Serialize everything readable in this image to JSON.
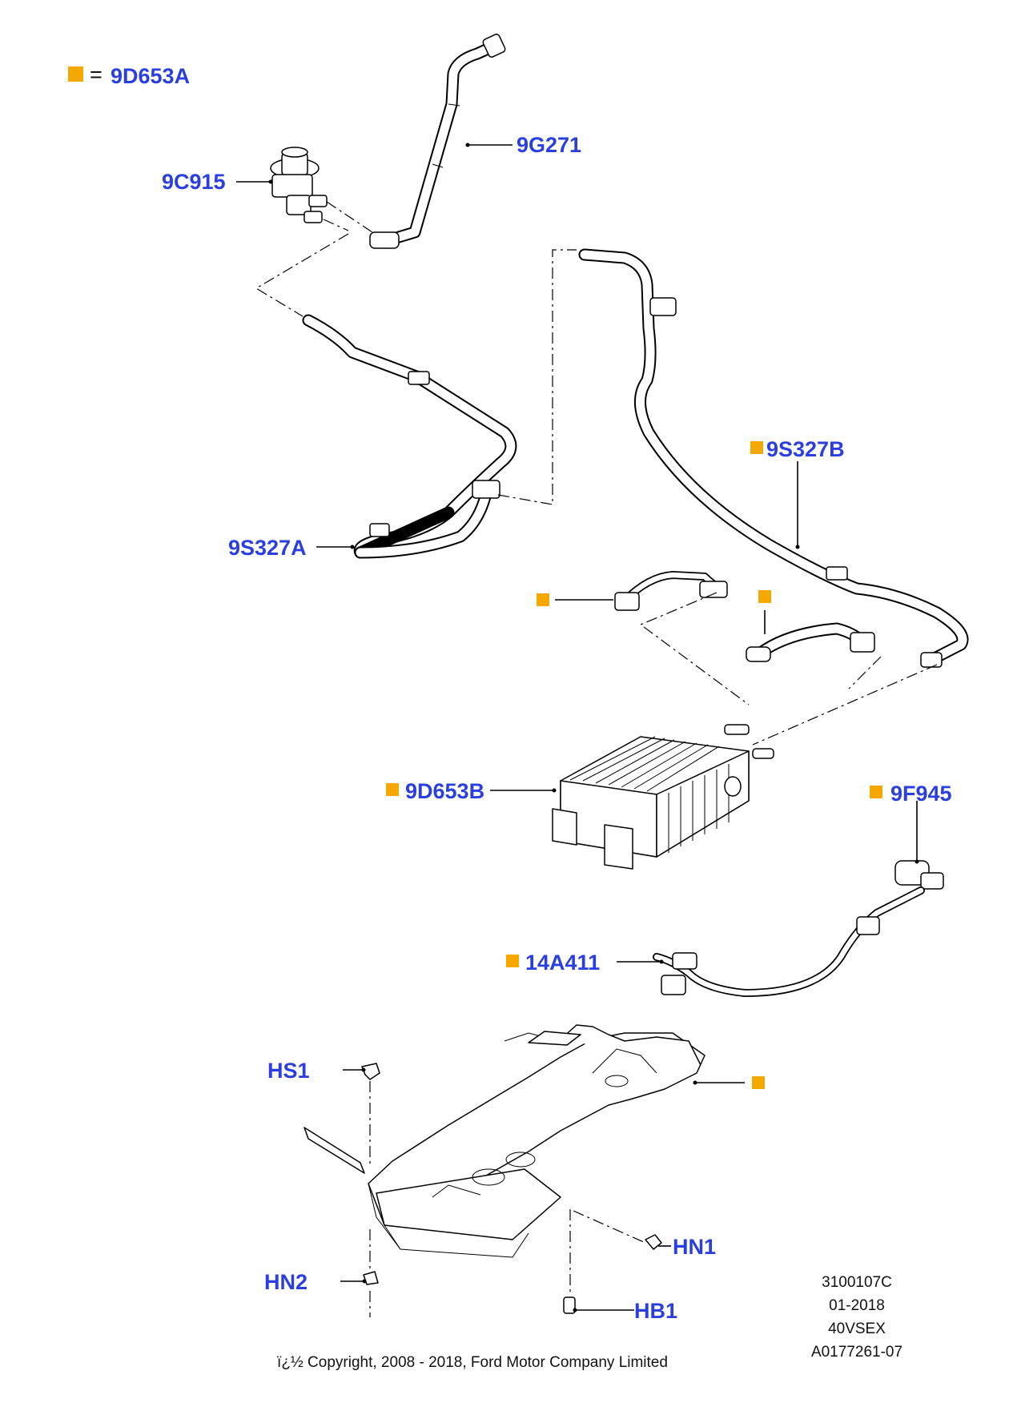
{
  "legend": {
    "equals": "=",
    "part": "9D653A"
  },
  "labels": {
    "9G271": "9G271",
    "9C915": "9C915",
    "9S327A": "9S327A",
    "9S327B": "9S327B",
    "9D653B": "9D653B",
    "9F945": "9F945",
    "14A411": "14A411",
    "HS1": "HS1",
    "HN1": "HN1",
    "HN2": "HN2",
    "HB1": "HB1"
  },
  "meta": {
    "line1": "3100107C",
    "line2": "01-2018",
    "line3": "40VSEX",
    "line4": "A0177261-07"
  },
  "copyright": "ï¿½ Copyright, 2008 - 2018, Ford Motor Company Limited",
  "colors": {
    "label": "#2b3fe0",
    "marker": "#f5a800",
    "line": "#000000"
  }
}
